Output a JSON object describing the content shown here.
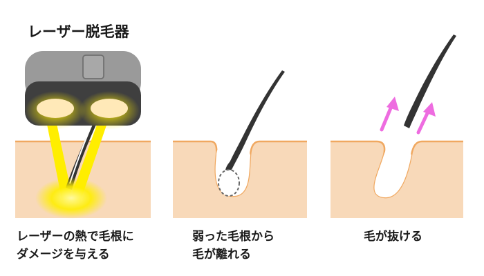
{
  "title": "レーザー脱毛器",
  "steps": [
    {
      "caption_line1": "レーザーの熱で毛根に",
      "caption_line2": "ダメージを与える"
    },
    {
      "caption_line1": "弱った毛根から",
      "caption_line2": "毛が離れる"
    },
    {
      "caption_line1": "毛が抜ける",
      "caption_line2": ""
    }
  ],
  "colors": {
    "skin": "#f8d9b9",
    "skin_edge": "#f0a860",
    "hair": "#333333",
    "laser": "#ffee00",
    "device_body": "#9a9a9a",
    "device_head": "#3f3f3f",
    "lens": "#ffe9b8",
    "arrow": "#ee6ce0"
  },
  "icons": [
    "laser-hair-removal-device",
    "hair-strand",
    "up-arrow-icon"
  ]
}
